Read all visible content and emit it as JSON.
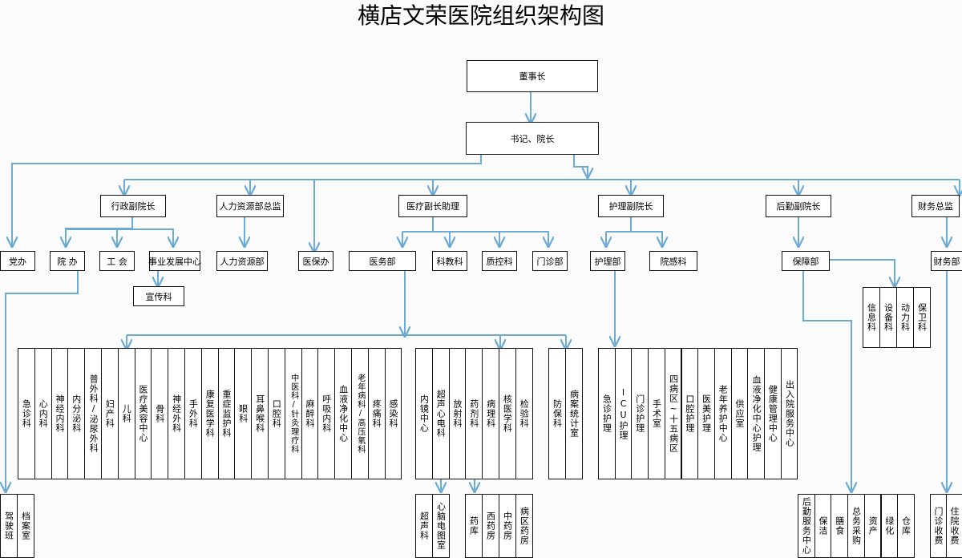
{
  "title": "横店文荣医院组织架构图",
  "colors": {
    "line": "#6aaad4",
    "border": "#111111"
  },
  "nodes": {
    "board": "董事长",
    "secretary_president": "书记、院长",
    "admin_vp": "行政副院长",
    "hr_director": "人力资源部总监",
    "medical_vp_assistant": "医疗副长助理",
    "nursing_vp": "护理副院长",
    "logistics_vp": "后勤副院长",
    "finance_director": "财务总监",
    "party_office": "党办",
    "hospital_office": "院 办",
    "union": "工 会",
    "career_center": "事业发展中心",
    "publicity": "宣传科",
    "hr_dept": "人力资源部",
    "insurance_office": "医保办",
    "medical_affairs": "医务部",
    "education": "科教科",
    "quality": "质控科",
    "outpatient": "门诊部",
    "nursing_dept": "护理部",
    "infection": "院感科",
    "support_dept": "保障部",
    "finance_dept": "财务部"
  },
  "clinical_columns": [
    "急诊科",
    "心内科",
    "神经内科",
    "内分泌科",
    "普外科/泌尿外科",
    "妇产科",
    "儿科",
    "医疗美容中心",
    "骨科",
    "神经外科",
    "手外科",
    "康复医学科",
    "重症监护科",
    "眼科",
    "耳鼻喉科",
    "口腔科",
    "中医科/针灸理疗科",
    "麻醉科",
    "呼吸内科",
    "血液净化中心",
    "老年病科/高压氧科",
    "疼痛科",
    "感染科"
  ],
  "medtech_columns": [
    "内镜中心",
    "超声心电科",
    "放射科",
    "药剂科",
    "病理科",
    "核医学科",
    "检验科"
  ],
  "prevention_columns": [
    "防保科",
    "病案统计室"
  ],
  "nursing_columns": [
    "急诊护理",
    "ICU护理",
    "门诊护理",
    "手术室",
    "四病区~十五病区",
    "口腔护理",
    "医美护理",
    "老年养护中心",
    "供应室",
    "血液净化中心护理",
    "健康管理中心",
    "出入院服务中心"
  ],
  "support_upper_columns": [
    "信息科",
    "设备科",
    "动力科",
    "保卫科"
  ],
  "office_sub_columns": [
    "驾驶班",
    "档案室"
  ],
  "ultrasound_sub_columns": [
    "超声科",
    "心脑电图室"
  ],
  "pharmacy_sub_columns": [
    "药库",
    "西药房",
    "中药房",
    "病区药房"
  ],
  "support_lower_columns": [
    "后勤服务中心",
    "保洁",
    "膳食",
    "总务采购",
    "资产",
    "绿化",
    "仓库"
  ],
  "finance_sub_columns": [
    "门诊收费",
    "住院收费"
  ]
}
